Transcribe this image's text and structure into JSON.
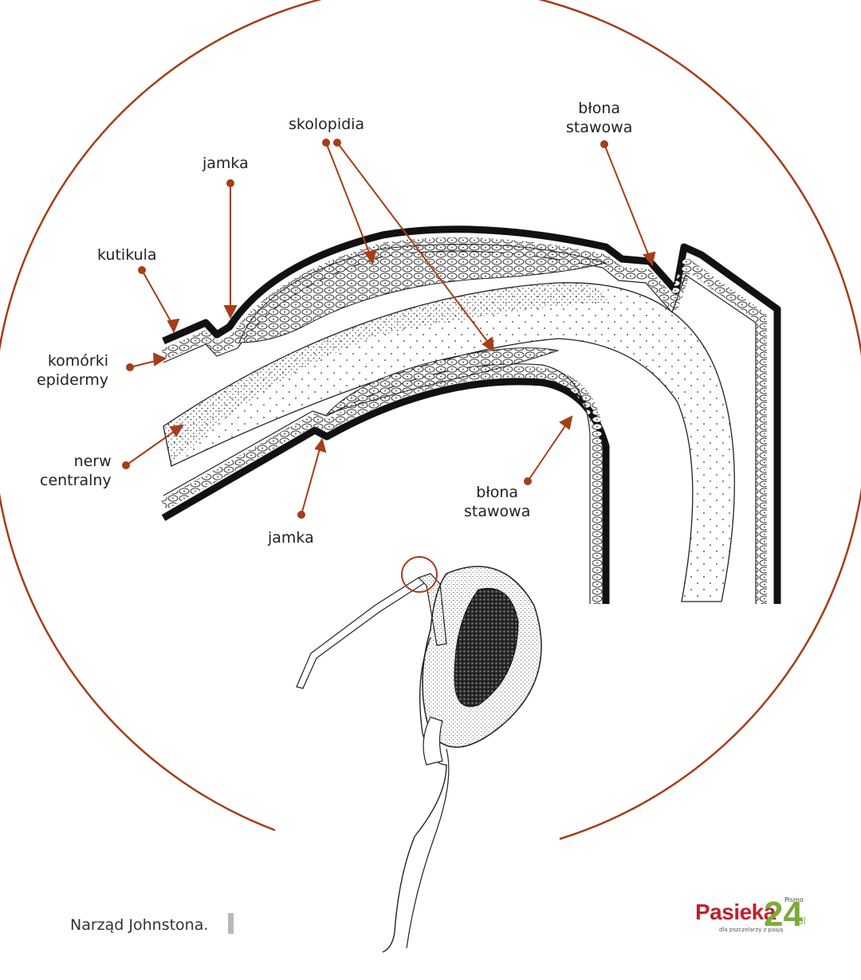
{
  "labels": {
    "kutikula": "kutikula",
    "jamka_top": "jamka",
    "skolopidia": "skolopidia",
    "blona_top_1": "błona",
    "blona_top_2": "stawowa",
    "komorki_1": "komórki",
    "komorki_2": "epidermy",
    "nerw_1": "nerw",
    "nerw_2": "centralny",
    "jamka_bottom": "jamka",
    "blona_bottom_1": "błona",
    "blona_bottom_2": "stawowa"
  },
  "caption": "Narząd Johnstona.",
  "logo": {
    "pismo": "Pismo",
    "name": "Pasieka",
    "number": "24",
    "domain": ".pl",
    "tagline": "dla pszczelarzy z pasją"
  },
  "colors": {
    "accent": "#a63d18",
    "ink": "#111111",
    "logo_red": "#c21f2a",
    "logo_green": "#7cab3a"
  }
}
